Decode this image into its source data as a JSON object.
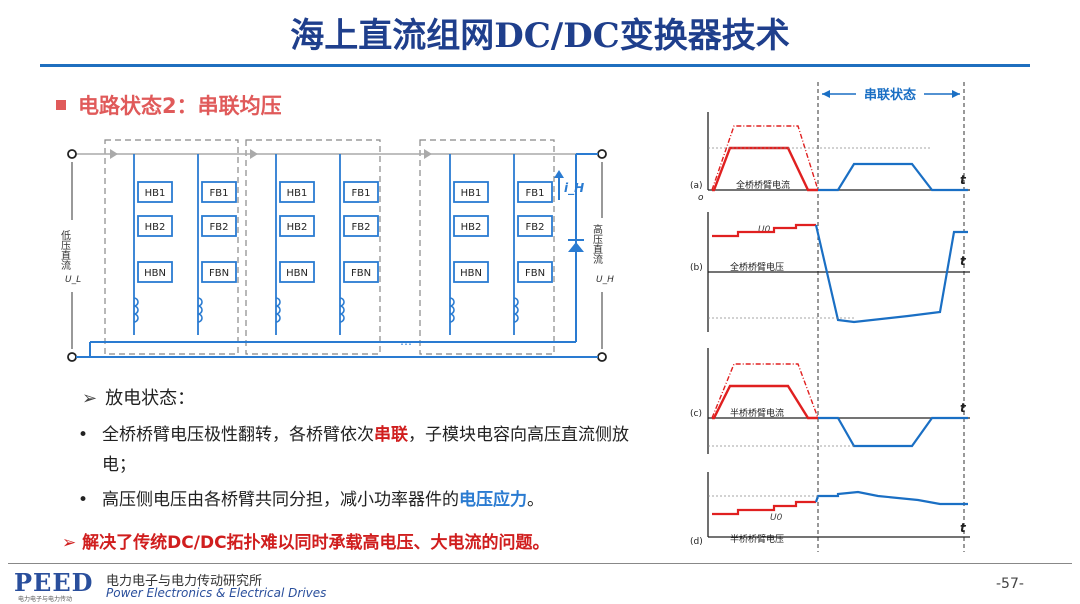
{
  "slide": {
    "title": "海上直流组网DC/DC变换器技术",
    "subtitle": "电路状态2：串联均压",
    "point_heading": "放电状态：",
    "bullet1_a": "全桥桥臂电压极性翻转，各桥臂依次",
    "bullet1_b": "串联",
    "bullet1_c": "，子模块电容向高压直流侧放电；",
    "bullet2_a": "高压侧电压由各桥臂共同分担，减小功率器件的",
    "bullet2_b": "电压应力",
    "bullet2_c": "。",
    "conclusion": "解决了传统DC/DC拓扑难以同时承载高电压、大电流的问题。"
  },
  "circuit": {
    "low_side_label": "低压直流",
    "low_side_symbol": "U_L",
    "high_side_label": "高压直流",
    "high_side_symbol": "U_H",
    "current_label": "i_H",
    "modules": [
      "HB1",
      "FB1",
      "HB2",
      "FB2",
      "HBN",
      "FBN"
    ]
  },
  "waveforms": {
    "header": "串联状态",
    "panel_a_label": "(a)",
    "panel_a_caption": "全桥桥臂电流",
    "panel_b_label": "(b)",
    "panel_b_caption": "全桥桥臂电压",
    "panel_c_label": "(c)",
    "panel_c_caption": "半桥桥臂电流",
    "panel_d_label": "(d)",
    "panel_d_caption": "半桥桥臂电压",
    "t_label": "t",
    "u0_label": "U0",
    "origin": "o"
  },
  "footer": {
    "logo": "PEED",
    "logo_sub": "电力电子与电力传动",
    "org_cn": "电力电子与电力传动研究所",
    "org_en": "Power Electronics & Electrical Drives",
    "page": "-57-"
  },
  "colors": {
    "title": "#1f3f8c",
    "accent_red": "#d01e1e",
    "accent_blue": "#2a7bd1",
    "wave_red": "#e02020",
    "wave_blue": "#1a6fc4"
  }
}
